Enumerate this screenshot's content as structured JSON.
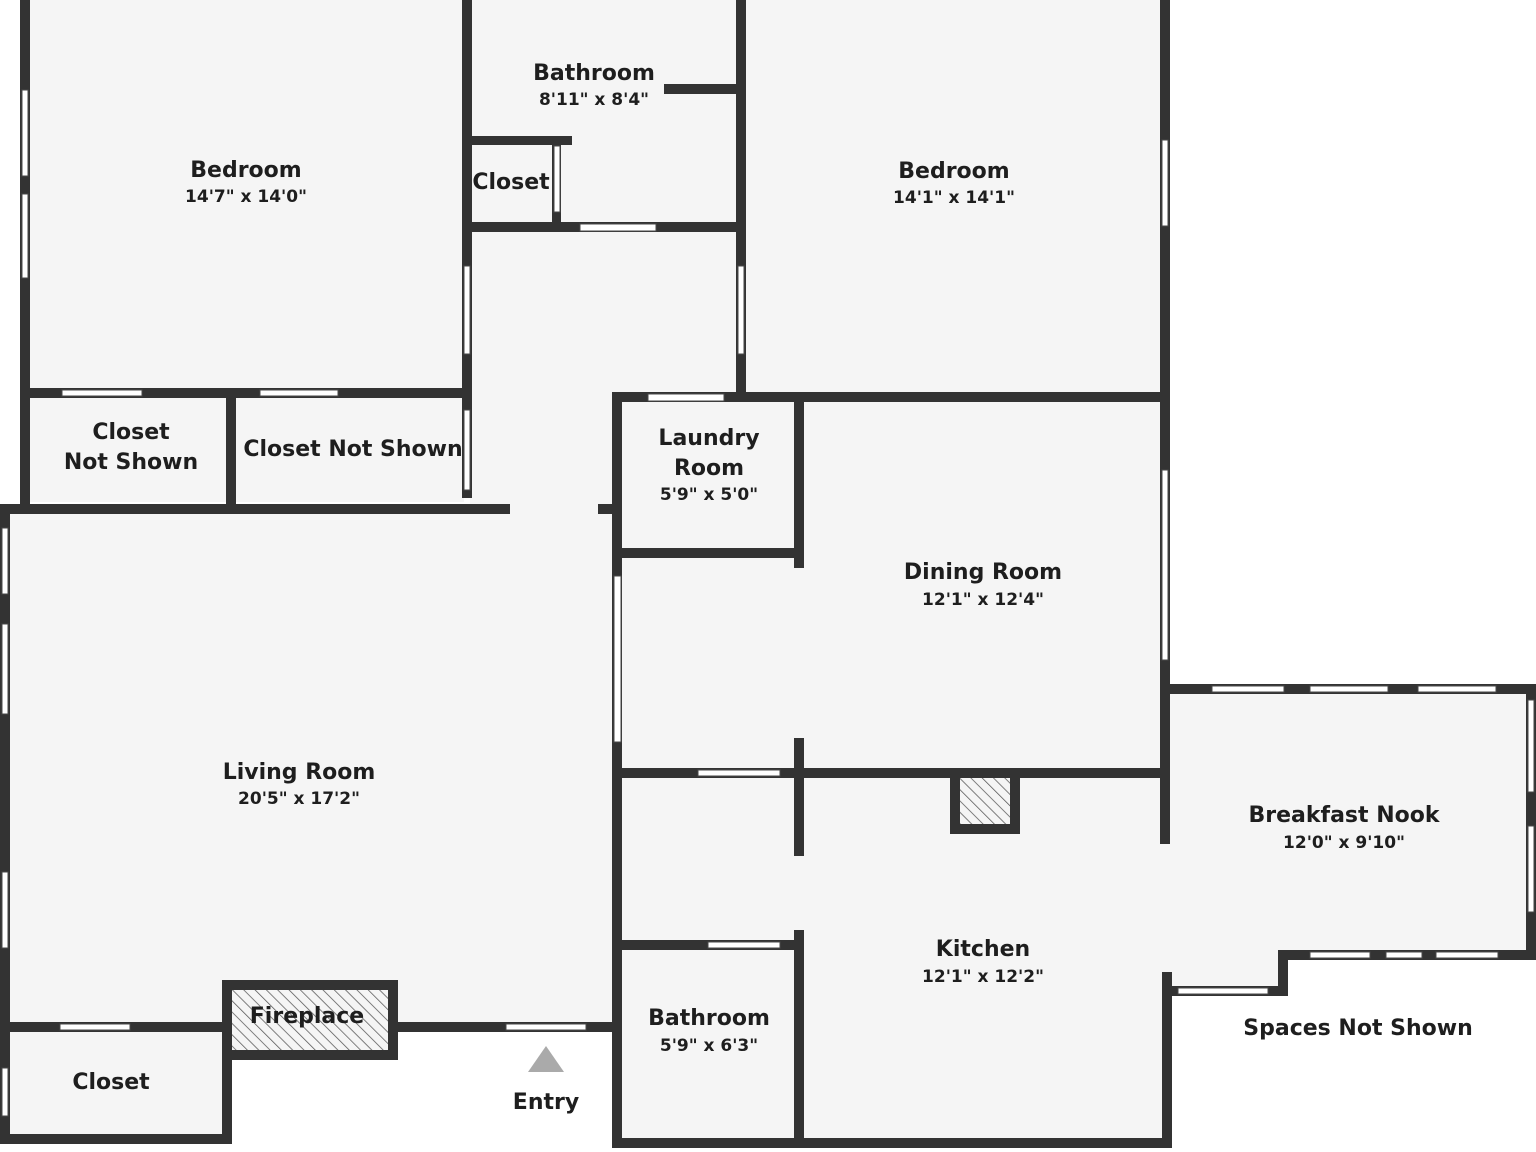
{
  "rooms": {
    "bedroom_1": {
      "name": "Bedroom",
      "dims": "14'7\" x 14'0\""
    },
    "bathroom_1": {
      "name": "Bathroom",
      "dims": "8'11\" x 8'4\""
    },
    "closet_hall": {
      "name": "Closet"
    },
    "bedroom_2": {
      "name": "Bedroom",
      "dims": "14'1\" x 14'1\""
    },
    "closet_ns_1_line1": {
      "name": "Closet"
    },
    "closet_ns_1_line2": {
      "name": "Not Shown"
    },
    "closet_ns_2": {
      "name": "Closet Not Shown"
    },
    "laundry_line1": {
      "name": "Laundry"
    },
    "laundry_line2": {
      "name": "Room",
      "dims": "5'9\" x 5'0\""
    },
    "dining": {
      "name": "Dining Room",
      "dims": "12'1\" x 12'4\""
    },
    "living": {
      "name": "Living Room",
      "dims": "20'5\" x 17'2\""
    },
    "breakfast": {
      "name": "Breakfast Nook",
      "dims": "12'0\" x 9'10\""
    },
    "kitchen": {
      "name": "Kitchen",
      "dims": "12'1\" x 12'2\""
    },
    "bathroom_2": {
      "name": "Bathroom",
      "dims": "5'9\" x 6'3\""
    },
    "closet_living": {
      "name": "Closet"
    },
    "fireplace": {
      "name": "Fireplace"
    }
  },
  "labels": {
    "entry": "Entry",
    "spaces_not_shown": "Spaces Not Shown"
  },
  "icons": {
    "entry_marker": "triangle-up-icon"
  },
  "colors": {
    "wall": "#333333",
    "floor": "#f5f5f5",
    "text": "#1e1e1e",
    "entry_marker": "#aaaaaa"
  }
}
